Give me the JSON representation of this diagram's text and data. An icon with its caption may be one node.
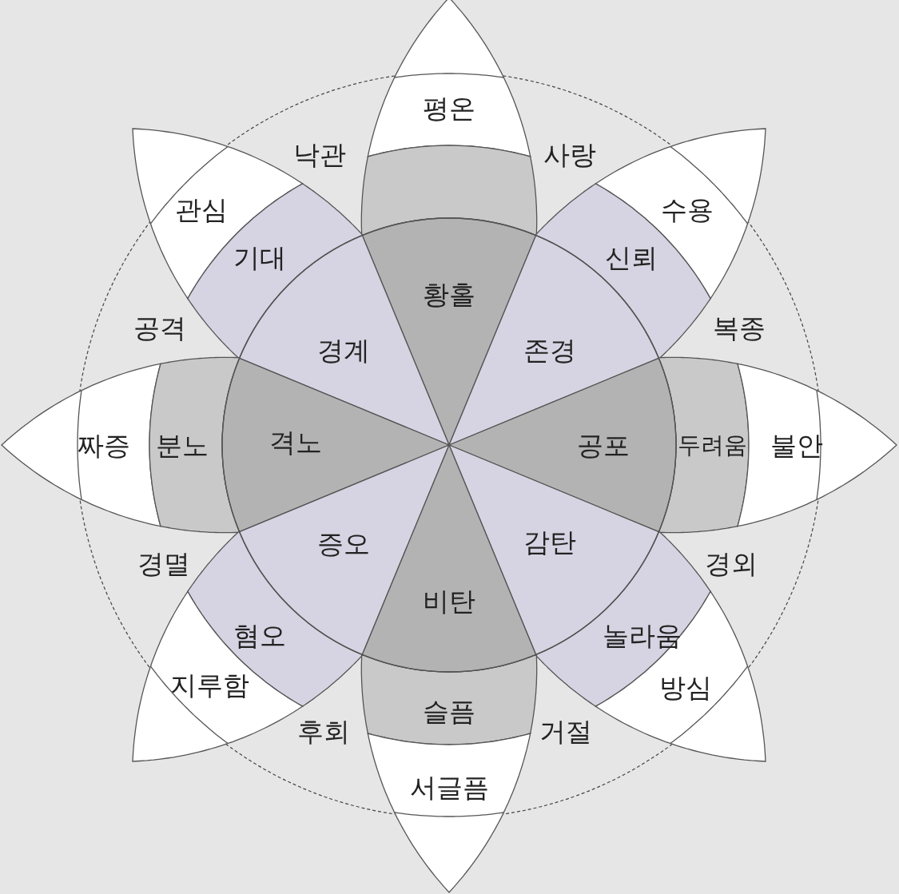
{
  "diagram": {
    "nodes": [
      {
        "text": [
          "평온"
        ]
      },
      {
        "text": [],
        "shape": "band"
      },
      {
        "text": [
          "관심"
        ]
      },
      {
        "text": [
          "수용"
        ]
      },
      {
        "text": [
          "기대"
        ]
      },
      {
        "text": [
          "신뢰"
        ]
      },
      {
        "text": [
          "황홀"
        ]
      },
      {
        "text": [
          "경계"
        ]
      },
      {
        "text": [
          "존경"
        ]
      },
      {
        "text": [
          "짜증"
        ]
      },
      {
        "text": [
          "분노"
        ]
      },
      {
        "text": [
          "격노"
        ]
      },
      {
        "text": [
          "공포"
        ]
      },
      {
        "text": [
          "두려움"
        ]
      },
      {
        "text": [
          "불안"
        ]
      },
      {
        "text": [
          "증오"
        ]
      },
      {
        "text": [
          "감탄"
        ]
      },
      {
        "text": [
          "비탄"
        ]
      },
      {
        "text": [
          "혐오"
        ]
      },
      {
        "text": [
          "놀라움"
        ]
      },
      {
        "text": [
          "지루함"
        ]
      },
      {
        "text": [
          "방심"
        ]
      },
      {
        "text": [
          "슬픔"
        ]
      },
      {
        "text": [
          "서글픔"
        ]
      }
    ],
    "labels": [
      "낙관",
      "사랑",
      "공격",
      "복종",
      "경멸",
      "경외",
      "후회",
      "거절"
    ]
  }
}
